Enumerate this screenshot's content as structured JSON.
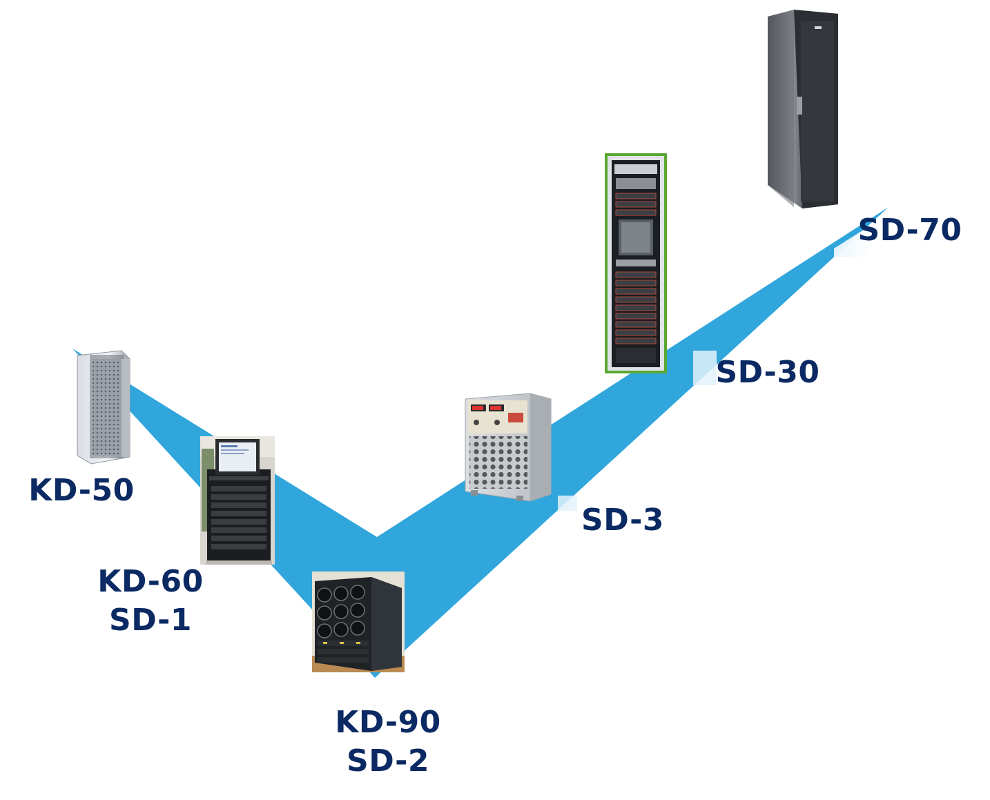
{
  "colors": {
    "band": "#31a6dc",
    "label": "#0b2a63",
    "frame_green": "#5aa832"
  },
  "labels": {
    "kd50": "KD-50",
    "kd60": "KD-60",
    "sd1": "SD-1",
    "kd90": "KD-90",
    "sd2": "SD-2",
    "sd3": "SD-3",
    "sd30": "SD-30",
    "sd70": "SD-70"
  },
  "devices": [
    {
      "id": "kd-50",
      "icon": "tall-cabinet-icon"
    },
    {
      "id": "kd-60-sd-1",
      "icon": "rack-with-monitor-icon"
    },
    {
      "id": "kd-90-sd-2",
      "icon": "fan-cabinet-icon"
    },
    {
      "id": "sd-3",
      "icon": "control-box-icon"
    },
    {
      "id": "sd-30",
      "icon": "server-rack-icon"
    },
    {
      "id": "sd-70",
      "icon": "black-server-cabinet-icon"
    }
  ]
}
